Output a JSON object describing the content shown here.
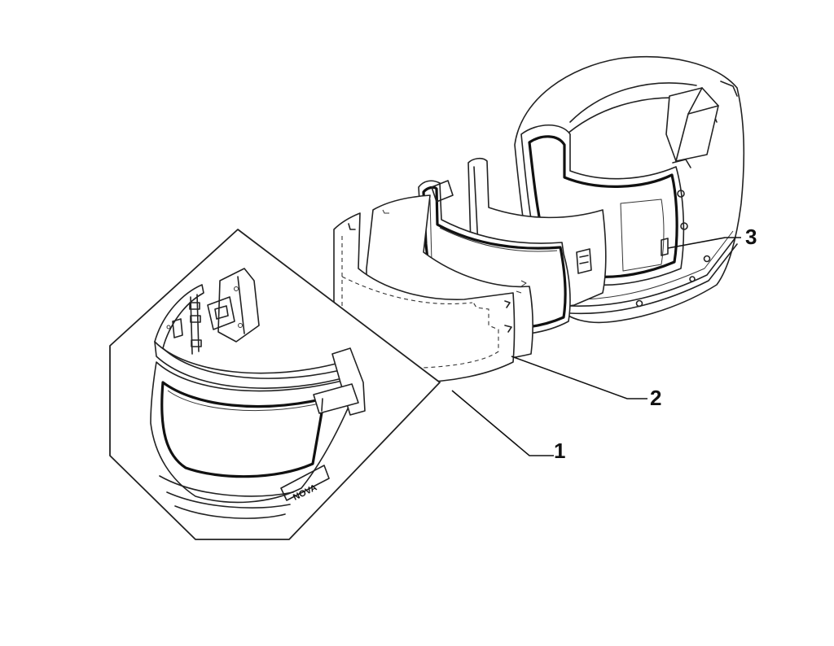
{
  "callouts": [
    {
      "id": "1",
      "label": "1"
    },
    {
      "id": "2",
      "label": "2"
    },
    {
      "id": "3",
      "label": "3"
    }
  ],
  "inset": {
    "logo_text": "NOVA"
  }
}
